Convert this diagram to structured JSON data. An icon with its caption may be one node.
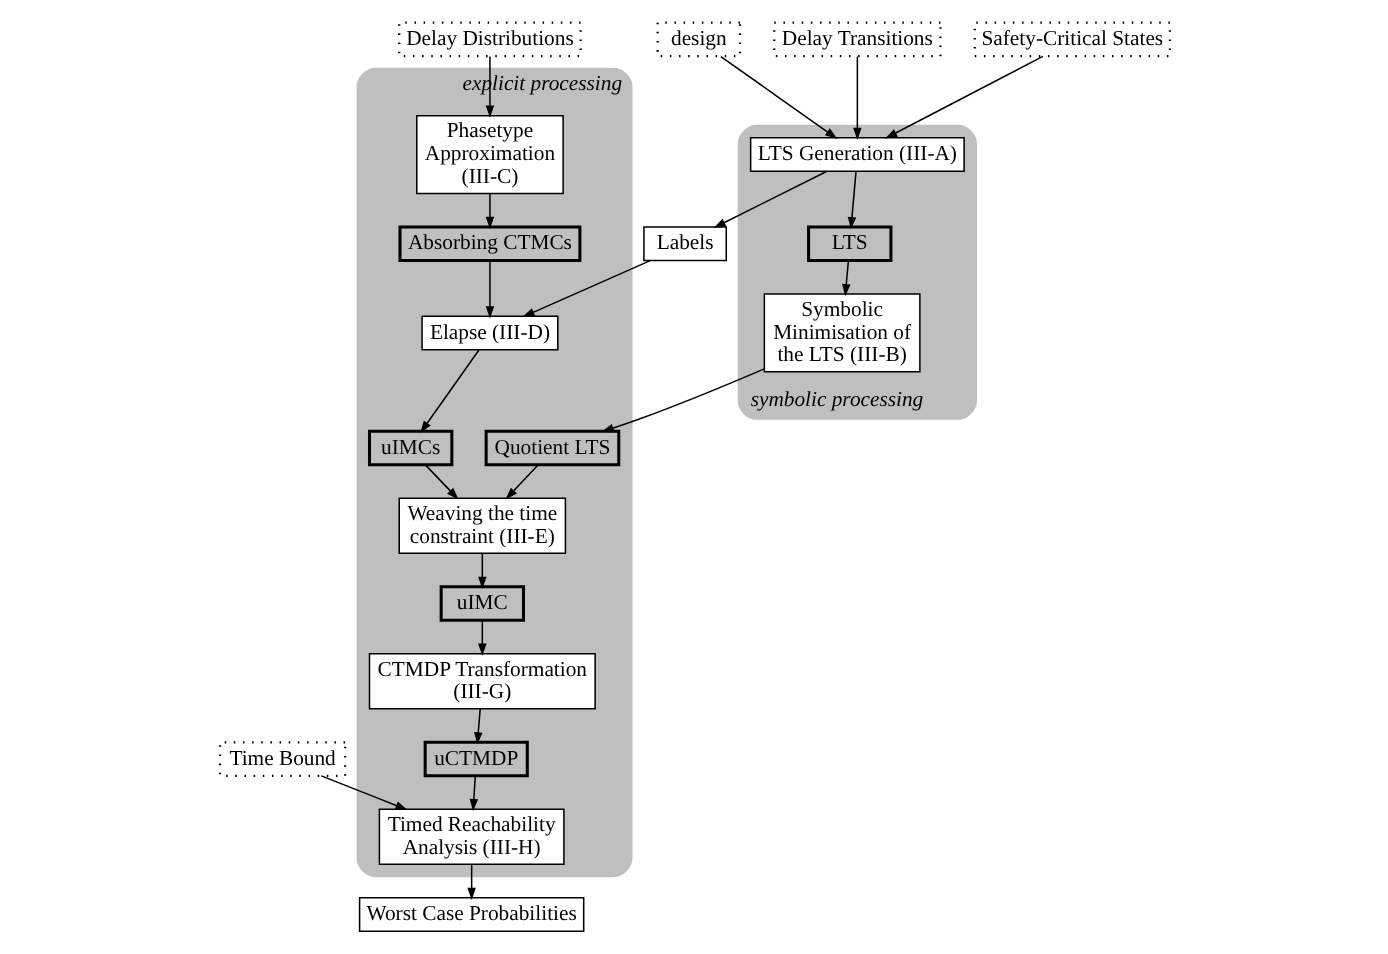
{
  "diagram": {
    "nodes": [
      {
        "text": [
          "symbolic processing"
        ]
      },
      {
        "text": [
          "LTS Generation (III-A)"
        ],
        "in": 0
      },
      {
        "text": [
          "LTS"
        ],
        "in": 0
      },
      {
        "text": [
          "Symbolic Minimisation of the LTS (III-B)"
        ],
        "in": 0
      },
      {
        "text": [
          "explicit processing"
        ]
      },
      {
        "text": [
          "Quotient LTS"
        ],
        "in": 4
      },
      {
        "text": [
          "Weaving the time constraint (III-E)"
        ],
        "in": 4
      },
      {
        "text": [
          "uIMC"
        ],
        "in": 4
      },
      {
        "text": [
          "CTMDP Transformation (III-G)"
        ],
        "in": 4
      },
      {
        "text": [
          "uCTMDP"
        ],
        "in": 4
      },
      {
        "text": [
          "Timed Reachability Analysis (III-H)"
        ],
        "in": 4
      },
      {
        "text": [
          "Phasetype Approximation (III-C)"
        ],
        "in": 4
      },
      {
        "text": [
          "Absorbing CTMCs"
        ],
        "in": 4
      },
      {
        "text": [
          "Elapse (III-D)"
        ],
        "in": 4
      },
      {
        "text": [
          "uIMCs"
        ],
        "in": 4
      },
      {
        "text": [
          "design"
        ]
      },
      {
        "text": [
          "Delay Transitions"
        ]
      },
      {
        "text": [
          "Safety-Critical States"
        ]
      },
      {
        "text": [
          "Delay Distributions"
        ]
      },
      {
        "text": [
          "Labels"
        ]
      },
      {
        "text": [
          "Time Bound"
        ]
      },
      {
        "text": [
          "Worst Case Probabilities"
        ]
      }
    ],
    "edges": [
      {
        "from": 15,
        "to": 1,
        "arrow": "to"
      },
      {
        "from": 16,
        "to": 1,
        "arrow": "to"
      },
      {
        "from": 17,
        "to": 1,
        "arrow": "to"
      },
      {
        "from": 1,
        "to": 19,
        "arrow": "to"
      },
      {
        "from": 1,
        "to": 2,
        "arrow": "to"
      },
      {
        "from": 2,
        "to": 3,
        "arrow": "to"
      },
      {
        "from": 3,
        "to": 5,
        "arrow": "to"
      },
      {
        "from": 5,
        "to": 6,
        "arrow": "to"
      },
      {
        "from": 18,
        "to": 11,
        "arrow": "to"
      },
      {
        "from": 11,
        "to": 12,
        "arrow": "to"
      },
      {
        "from": 12,
        "to": 13,
        "arrow": "to"
      },
      {
        "from": 19,
        "to": 13,
        "arrow": "to"
      },
      {
        "from": 13,
        "to": 14,
        "arrow": "to"
      },
      {
        "from": 14,
        "to": 6,
        "arrow": "to"
      },
      {
        "from": 6,
        "to": 7,
        "arrow": "to"
      },
      {
        "from": 7,
        "to": 8,
        "arrow": "to"
      },
      {
        "from": 8,
        "to": 9,
        "arrow": "to"
      },
      {
        "from": 9,
        "to": 10,
        "arrow": "to"
      },
      {
        "from": 20,
        "to": 10,
        "arrow": "to"
      },
      {
        "from": 10,
        "to": 21,
        "arrow": "to"
      }
    ]
  }
}
